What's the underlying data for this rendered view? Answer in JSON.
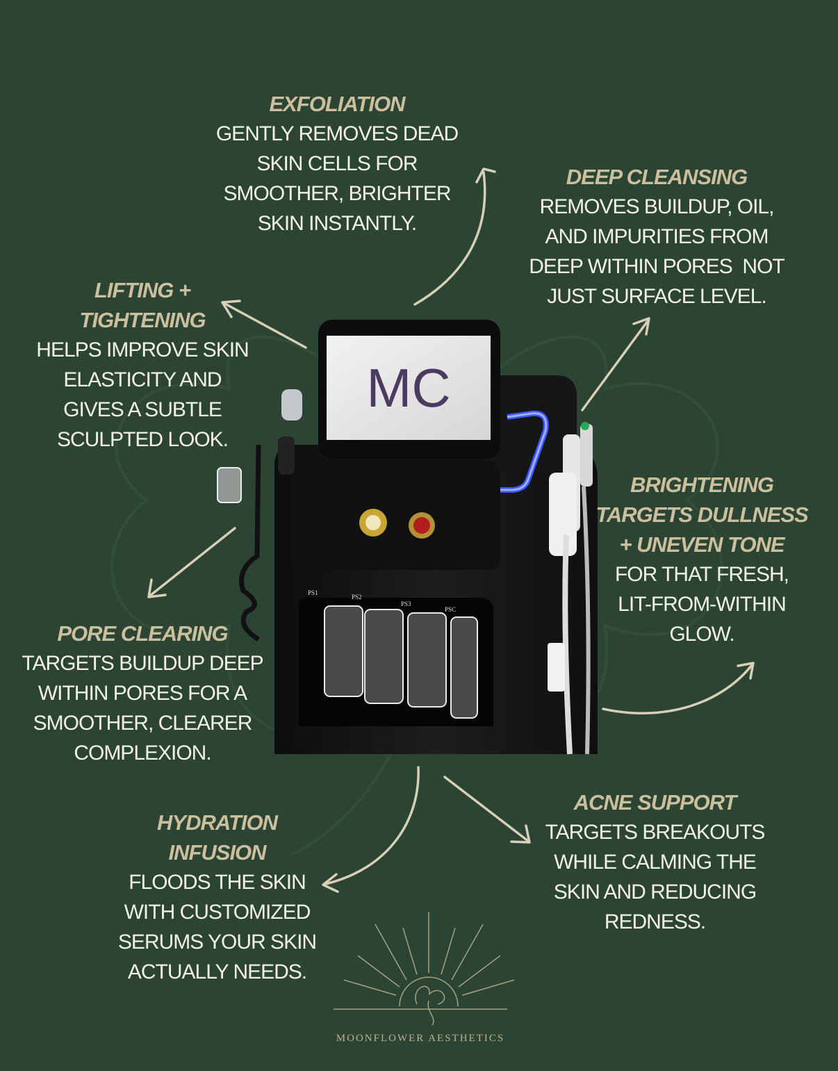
{
  "colors": {
    "background": "#2c4433",
    "title": "#cbbf9e",
    "body": "#f3f1ea",
    "arrow": "#d8cfb6",
    "device": "#141414",
    "glow": "#3f57ff"
  },
  "features": {
    "exfoliation": {
      "title": [
        "EXFOLIATION"
      ],
      "body": [
        "GENTLY REMOVES DEAD",
        "SKIN CELLS FOR",
        "SMOOTHER, BRIGHTER",
        "SKIN INSTANTLY."
      ]
    },
    "deep_cleansing": {
      "title": [
        "DEEP CLEANSING"
      ],
      "body": [
        "REMOVES BUILDUP, OIL,",
        "AND IMPURITIES FROM",
        "DEEP WITHIN PORES  NOT",
        "JUST SURFACE LEVEL."
      ]
    },
    "lifting": {
      "title": [
        "LIFTING +",
        "TIGHTENING"
      ],
      "body": [
        "HELPS IMPROVE SKIN",
        "ELASTICITY AND",
        "GIVES A SUBTLE",
        "SCULPTED LOOK."
      ]
    },
    "brightening": {
      "title": [
        "BRIGHTENING",
        "TARGETS DULLNESS",
        "+ UNEVEN TONE"
      ],
      "body": [
        "FOR THAT FRESH,",
        "LIT-FROM-WITHIN",
        "GLOW."
      ]
    },
    "pore_clearing": {
      "title": [
        "PORE CLEARING"
      ],
      "body": [
        "TARGETS BUILDUP DEEP",
        "WITHIN PORES FOR A",
        "SMOOTHER, CLEARER",
        "COMPLEXION."
      ]
    },
    "hydration": {
      "title": [
        "HYDRATION",
        "INFUSION"
      ],
      "body": [
        "FLOODS THE SKIN",
        "WITH CUSTOMIZED",
        "SERUMS YOUR SKIN",
        "ACTUALLY NEEDS."
      ]
    },
    "acne": {
      "title": [
        "ACNE SUPPORT"
      ],
      "body": [
        "TARGETS BREAKOUTS",
        "WHILE CALMING THE",
        "SKIN AND REDUCING",
        "REDNESS."
      ]
    }
  },
  "device": {
    "screen_logo": "MC",
    "bottle_labels": [
      "PS1",
      "PS2",
      "PS3",
      "PSC"
    ]
  },
  "brand": {
    "name": "MOONFLOWER AESTHETICS"
  }
}
